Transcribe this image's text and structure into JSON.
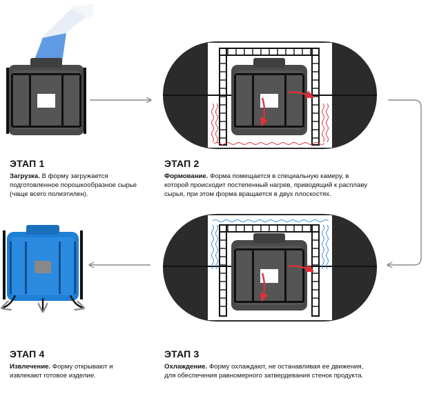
{
  "steps": [
    {
      "title": "ЭТАП 1",
      "lead": "Загрузка.",
      "text": " В форму загружается подготовленное порошкообразное сырье (чаще всего полиэтилен)."
    },
    {
      "title": "ЭТАП 2",
      "lead": "Формование.",
      "text": " Форма помещается в специальную камеру, в которой происходит постепенный нагрев, приводящий к расплаву сырья, при этом форма вращается в двух плоскостях."
    },
    {
      "title": "ЭТАП 3",
      "lead": "Охлаждение.",
      "text": " Форму охлаждают, не останавливая ее движения, для обеспечения равномерного затвердевания стенок продукта."
    },
    {
      "title": "ЭТАП 4",
      "lead": "Извлечение.",
      "text": " Форму открывают и извлекают готовое изделие."
    }
  ],
  "colors": {
    "chamber": "#2b2b2b",
    "tank": "#4a4a4a",
    "product": "#1e7fd6",
    "heat": "#e0303a",
    "cool": "#3a8fd8",
    "arrow": "#8a8a8a"
  }
}
